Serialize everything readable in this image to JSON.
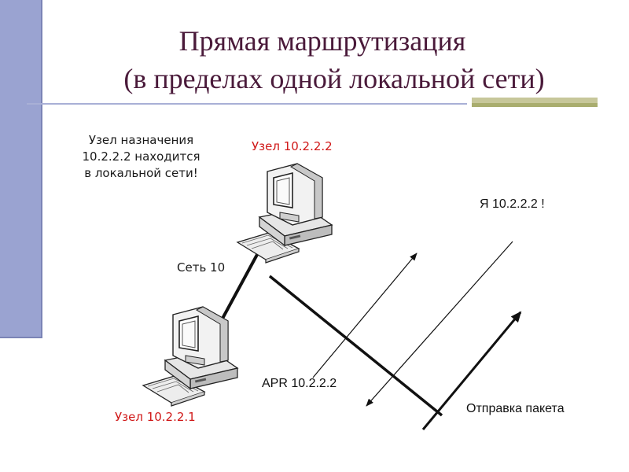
{
  "title": {
    "line1": "Прямая маршрутизация",
    "line2": "(в пределах одной локальной сети)"
  },
  "labels": {
    "destination_note": [
      "Узел назначения",
      "10.2.2.2 находится",
      "в локальной сети!"
    ],
    "node_destination": "Узел 10.2.2.2",
    "node_source": "Узел 10.2.2.1",
    "network": "Сеть 10",
    "reply": "Я 10.2.2.2 !",
    "arp_request": "APR 10.2.2.2",
    "send_packet": "Отправка пакета"
  },
  "colors": {
    "sidebar": "#9aa3d1",
    "title": "#4a1a3a",
    "node_label": "#d01818"
  },
  "icons": [
    "computer-icon",
    "computer-icon"
  ]
}
